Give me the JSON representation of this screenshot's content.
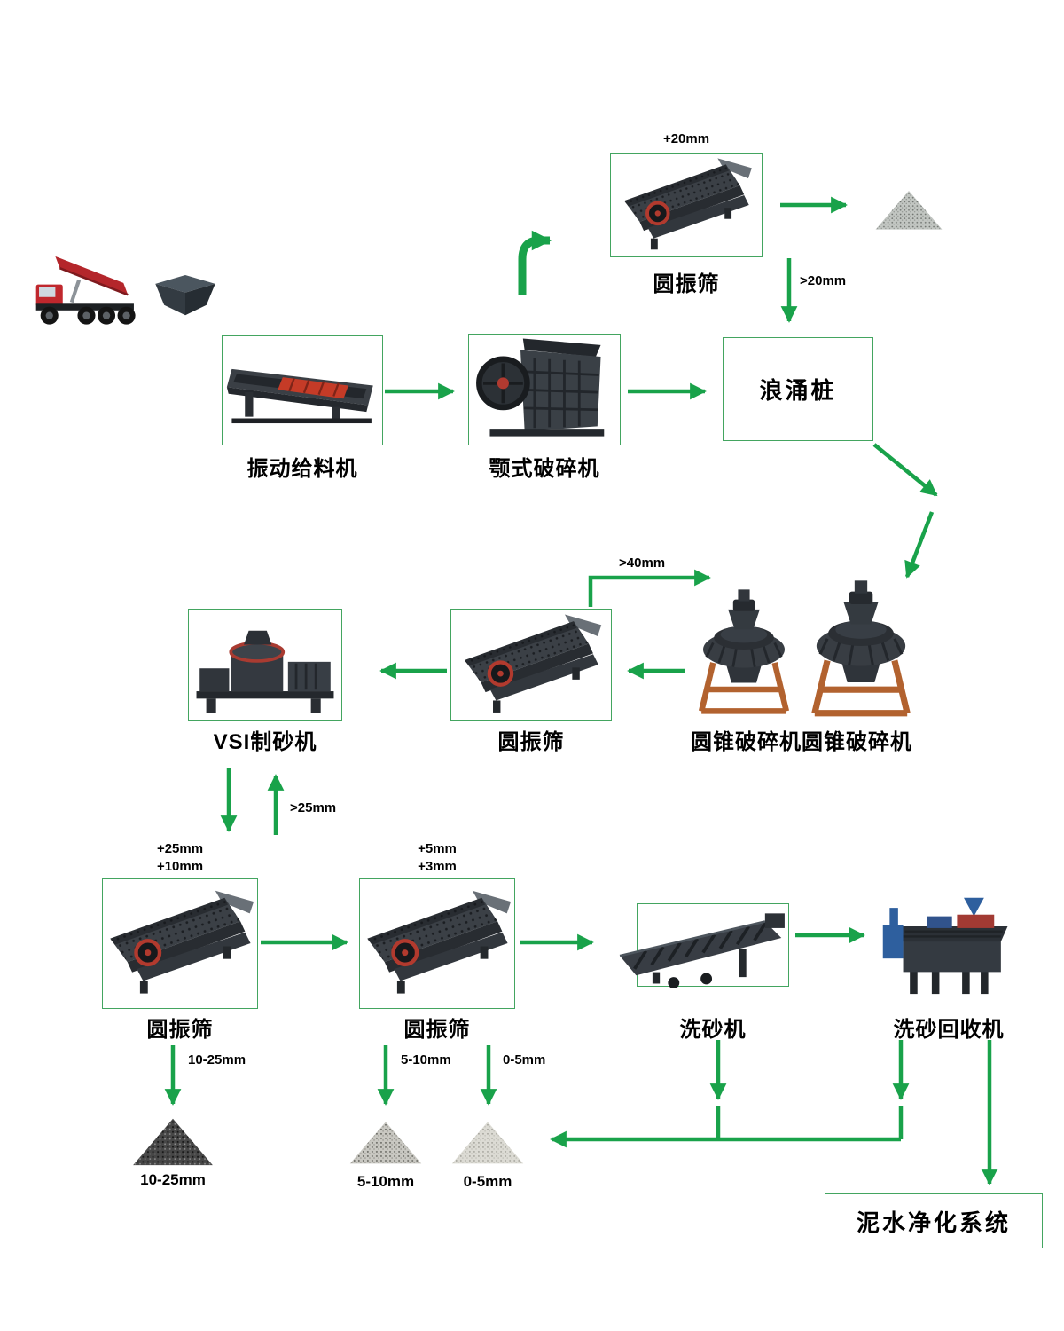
{
  "colors": {
    "arrow": "#19a24a",
    "border": "#43a560"
  },
  "nodes": {
    "screen_top": {
      "label": "圆振筛",
      "tag": "+20mm"
    },
    "surge_bin": {
      "label": "浪涌桩"
    },
    "feeder": {
      "label": "振动给料机"
    },
    "jaw_crusher": {
      "label": "颚式破碎机"
    },
    "cone_crushers": {
      "label": "圆锥破碎机圆锥破碎机"
    },
    "screen_mid": {
      "label": "圆振筛"
    },
    "vsi": {
      "label": "VSI制砂机"
    },
    "screen_b1": {
      "label": "圆振筛",
      "tag1": "+25mm",
      "tag2": "+10mm"
    },
    "screen_b2": {
      "label": "圆振筛",
      "tag1": "+5mm",
      "tag2": "+3mm"
    },
    "washer": {
      "label": "洗砂机"
    },
    "recycler": {
      "label": "洗砂回收机"
    },
    "purifier": {
      "label": "泥水净化系统"
    },
    "pile_1025": {
      "label": "10-25mm"
    },
    "pile_510": {
      "label": "5-10mm"
    },
    "pile_05": {
      "label": "0-5mm"
    }
  },
  "flows": {
    "over20": ">20mm",
    "over40": ">40mm",
    "over25": ">25mm",
    "out1025": "10-25mm",
    "out510": "5-10mm",
    "out05": "0-5mm"
  }
}
